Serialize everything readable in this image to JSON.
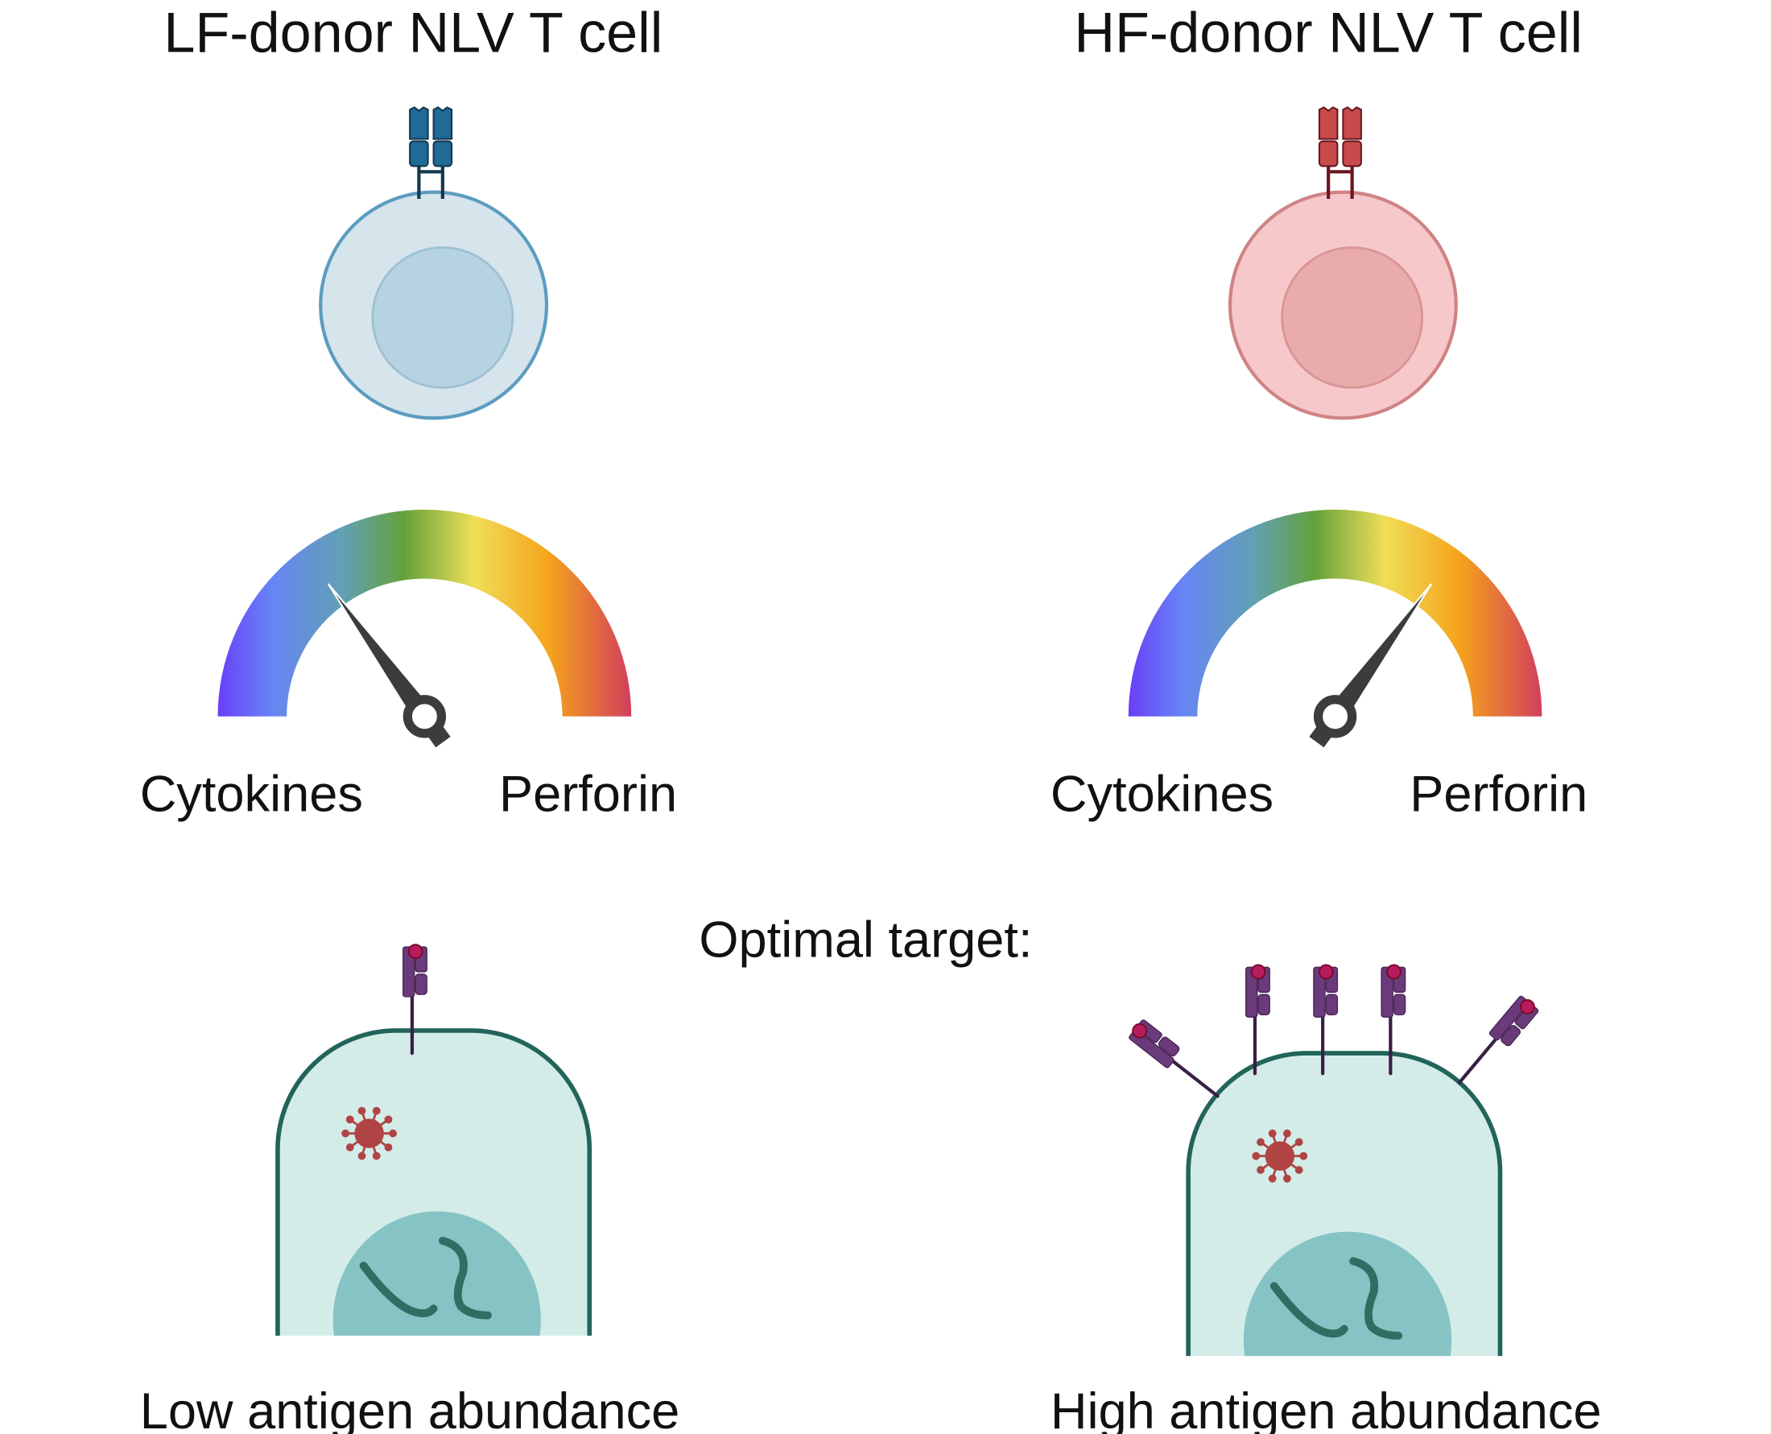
{
  "panels": [
    {
      "title": "LF-donor NLV T cell",
      "gauge_value": 0.3,
      "tcr_color": "#1f6a96",
      "tcr_stem": "#14384f",
      "cell_fill": "#d6e4ec",
      "cell_stroke": "#5c9cc0",
      "nucleus_fill": "#b6d3e1",
      "nucleus_stroke": "#9ec0d3",
      "left_label": "Cytokines",
      "right_label": "Perforin",
      "target_label": "Low antigen abundance",
      "mhc_count": 1
    },
    {
      "title": "HF-donor NLV T cell",
      "gauge_value": 0.7,
      "tcr_color": "#c94a4a",
      "tcr_stem": "#6b1620",
      "cell_fill": "#f6c8c9",
      "cell_stroke": "#cf8384",
      "nucleus_fill": "#e9abac",
      "nucleus_stroke": "#d99495",
      "left_label": "Cytokines",
      "right_label": "Perforin",
      "target_label": "High antigen abundance",
      "mhc_count": 5
    }
  ],
  "optimal_target_label": "Optimal target:",
  "colors": {
    "mhc": "#6a3b7a",
    "peptide": "#b81c5c",
    "target_fill": "#d3ece8",
    "target_stroke": "#22645a",
    "target_nucleus": "#86c3c4",
    "dna": "#2f6e62",
    "virus": "#b04444",
    "needle": "#3c3c3c"
  }
}
